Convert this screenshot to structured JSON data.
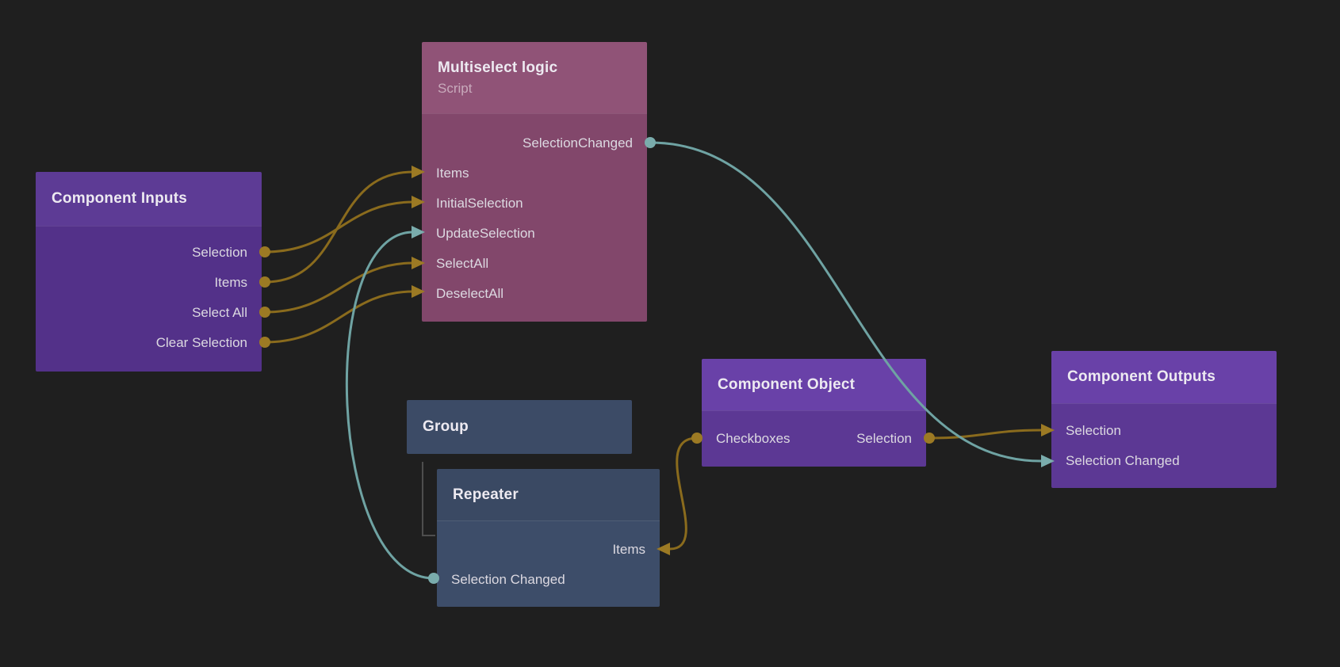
{
  "canvas": {
    "background": "#1f1f1f"
  },
  "colors": {
    "wire_gold": "#8a6b1d",
    "endpoint_gold": "#9c7a24",
    "wire_teal": "#6fa3a3",
    "endpoint_teal": "#7aacac",
    "hierarchy_line": "#4e4e4e"
  },
  "nodes": {
    "multiselect_logic": {
      "title": "Multiselect logic",
      "subtitle": "Script",
      "ports": {
        "selection_changed": "SelectionChanged",
        "items": "Items",
        "initial_selection": "InitialSelection",
        "update_selection": "UpdateSelection",
        "select_all": "SelectAll",
        "deselect_all": "DeselectAll"
      }
    },
    "component_inputs": {
      "title": "Component Inputs",
      "ports": {
        "selection": "Selection",
        "items": "Items",
        "select_all": "Select All",
        "clear_selection": "Clear Selection"
      }
    },
    "group": {
      "title": "Group"
    },
    "repeater": {
      "title": "Repeater",
      "ports": {
        "items": "Items",
        "selection_changed": "Selection Changed"
      }
    },
    "component_object": {
      "title": "Component Object",
      "ports": {
        "checkboxes": "Checkboxes",
        "selection": "Selection"
      }
    },
    "component_outputs": {
      "title": "Component Outputs",
      "ports": {
        "selection": "Selection",
        "selection_changed": "Selection Changed"
      }
    }
  },
  "connections": [
    {
      "from": "Component Inputs.Selection",
      "to": "Multiselect logic.InitialSelection",
      "color": "gold"
    },
    {
      "from": "Component Inputs.Items",
      "to": "Multiselect logic.Items",
      "color": "gold"
    },
    {
      "from": "Component Inputs.Select All",
      "to": "Multiselect logic.SelectAll",
      "color": "gold"
    },
    {
      "from": "Component Inputs.Clear Selection",
      "to": "Multiselect logic.DeselectAll",
      "color": "gold"
    },
    {
      "from": "Repeater.Selection Changed",
      "to": "Multiselect logic.UpdateSelection",
      "color": "teal"
    },
    {
      "from": "Multiselect logic.SelectionChanged",
      "to": "Component Outputs.Selection Changed",
      "color": "teal"
    },
    {
      "from": "Component Object.Selection",
      "to": "Component Outputs.Selection",
      "color": "gold"
    },
    {
      "from": "Component Object.Checkboxes",
      "to": "Repeater.Items",
      "color": "gold"
    }
  ]
}
